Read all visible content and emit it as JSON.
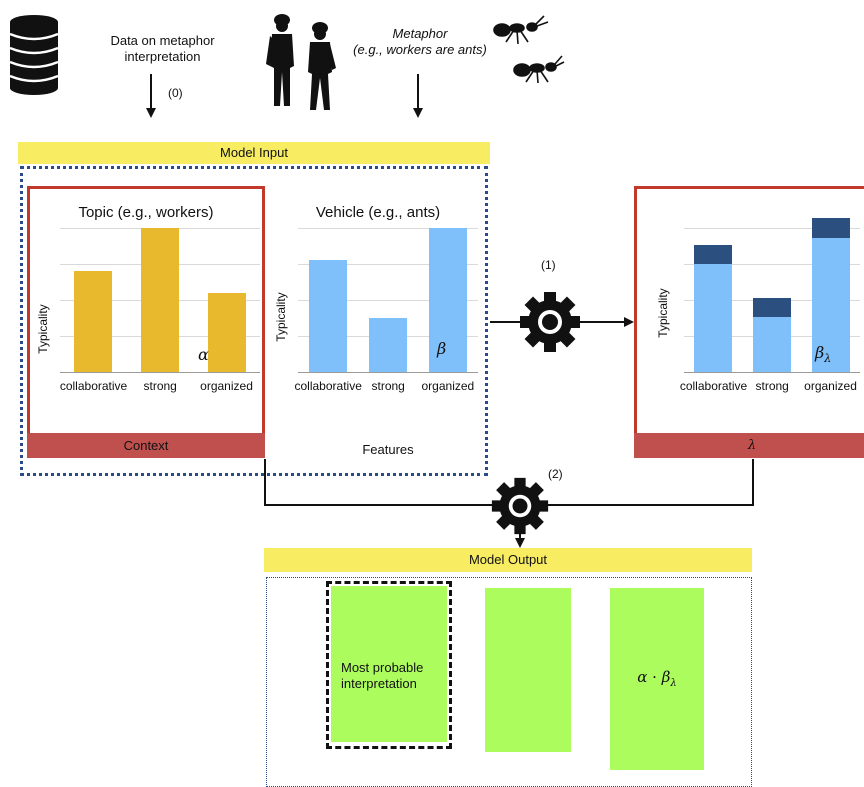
{
  "header": {
    "data_label": "Data on metaphor interpretation",
    "step0": "(0)",
    "metaphor_title": "Metaphor",
    "metaphor_example": "(e.g., workers are ants)"
  },
  "model_input": {
    "label": "Model Input",
    "features_label": "Features"
  },
  "topic_chart": {
    "title": "Topic (e.g., workers)",
    "ylabel": "Typicality",
    "footer": "Context",
    "symbol": "α"
  },
  "vehicle_chart": {
    "title": "Vehicle (e.g., ants)",
    "ylabel": "Typicality",
    "symbol": "β"
  },
  "output_chart": {
    "ylabel": "Typicality",
    "footer": "λ",
    "symbol_base": "β",
    "symbol_sub": "λ"
  },
  "steps": {
    "step1": "(1)",
    "step2": "(2)"
  },
  "model_output": {
    "label": "Model Output",
    "most_probable": "Most probable interpretation",
    "formula_a": "α",
    "formula_dot": "·",
    "formula_b": "β",
    "formula_sub": "λ"
  },
  "chart_data": [
    {
      "type": "bar",
      "title": "Topic (e.g., workers)",
      "ylabel": "Typicality",
      "categories": [
        "collaborative",
        "strong",
        "organized"
      ],
      "values": [
        2.8,
        4.0,
        2.2
      ],
      "ylim": [
        0,
        4.0
      ],
      "grid": true,
      "color": "#e8b92d"
    },
    {
      "type": "bar",
      "title": "Vehicle (e.g., ants)",
      "ylabel": "Typicality",
      "categories": [
        "collaborative",
        "strong",
        "organized"
      ],
      "values": [
        3.1,
        1.5,
        4.0
      ],
      "ylim": [
        0,
        4.0
      ],
      "grid": true,
      "color": "#80c0fa"
    },
    {
      "type": "bar",
      "ylabel": "Typicality",
      "categories": [
        "collaborative",
        "strong",
        "organized"
      ],
      "series": [
        {
          "values": [
            3.15,
            1.6,
            3.9
          ],
          "color": "#80c0fa"
        },
        {
          "values": [
            0.55,
            0.55,
            0.6
          ],
          "color": "#2b4f7e"
        }
      ],
      "stacked": true,
      "ylim": [
        0,
        4.2
      ],
      "grid": true
    }
  ]
}
